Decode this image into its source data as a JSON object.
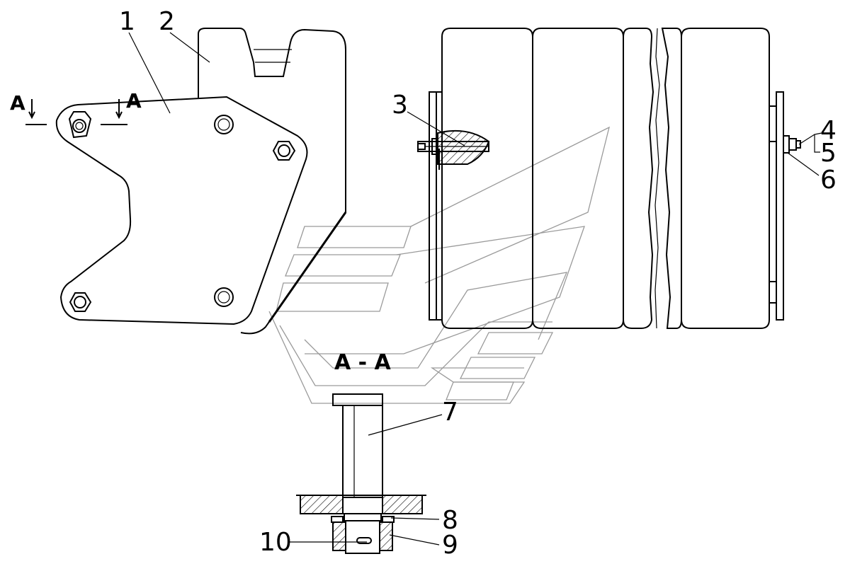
{
  "section_marks": {
    "left": "A",
    "right": "A",
    "view_title": "A - A"
  },
  "callouts": [
    "1",
    "2",
    "3",
    "4",
    "5",
    "6",
    "7",
    "8",
    "9",
    "10"
  ]
}
